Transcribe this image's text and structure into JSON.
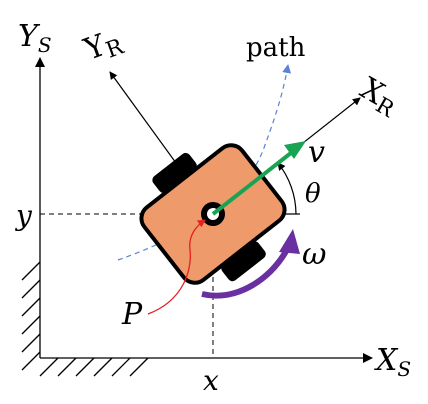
{
  "frame": {
    "axis_y_main": "Y",
    "axis_y_sub": "S",
    "axis_x_main": "X",
    "axis_x_sub": "S"
  },
  "robot_frame": {
    "axis_y_main": "Y",
    "axis_y_sub": "R",
    "axis_x_main": "X",
    "axis_x_sub": "R"
  },
  "labels": {
    "path": "path",
    "velocity": "v",
    "angle": "θ",
    "angular_velocity": "ω",
    "point": "P",
    "coord_x": "x",
    "coord_y": "y"
  },
  "colors": {
    "body": "#ef9a6a",
    "velocity": "#19a352",
    "angular": "#6a2fa0",
    "path": "#5b82d8",
    "pointer": "#e52020"
  }
}
